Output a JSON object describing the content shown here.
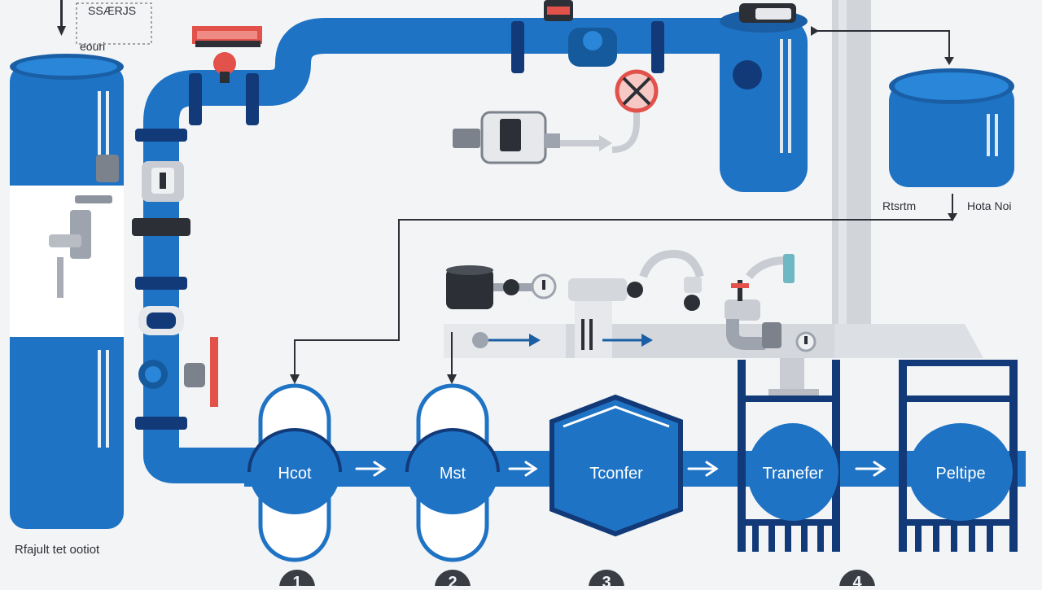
{
  "colors": {
    "background": "#f3f4f6",
    "pipe_blue": "#1f73c4",
    "dark_navy": "#123a78",
    "gray_pipe": "#c9cdd3",
    "accent_red": "#e2514a",
    "line_dark": "#2c2f36"
  },
  "labels": {
    "top_left_note_1": "SSÆRJS",
    "top_left_note_2": "eouri",
    "left_tank_caption": "Rfajult tet ootiot",
    "right_tank_caption_a": "Rtsrtm",
    "right_tank_caption_b": "Hota Noi"
  },
  "stages": [
    {
      "label": "Hcot",
      "number": "1",
      "shape": "capsule"
    },
    {
      "label": "Mst",
      "number": "2",
      "shape": "capsule"
    },
    {
      "label": "Tconfer",
      "number": "3",
      "shape": "hexagon"
    },
    {
      "label": "Tranefer",
      "number": "4",
      "shape": "framed-oval"
    },
    {
      "label": "Peltipe",
      "number": "",
      "shape": "framed-oval"
    }
  ],
  "icons": {
    "flow_arrow": "right-arrow-icon",
    "blocked_valve": "no-entry-icon",
    "meter": "flow-meter-icon",
    "gauge": "pressure-gauge-icon",
    "pump": "pump-icon"
  }
}
